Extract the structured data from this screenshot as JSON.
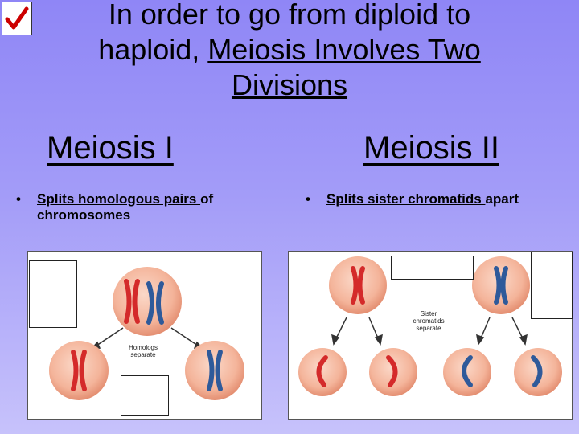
{
  "title": {
    "line1": "In order to go from diploid to",
    "line2_plain": "haploid, ",
    "line2_underlined": "Meiosis Involves Two",
    "line3_underlined": "Divisions"
  },
  "left": {
    "heading": "Meiosis I",
    "bullet_underlined": "Splits homologous pairs ",
    "bullet_rest": "of chromosomes",
    "caption_line1": "Homologs",
    "caption_line2": "separate"
  },
  "right": {
    "heading": "Meiosis II",
    "bullet_underlined": "Splits sister chromatids ",
    "bullet_rest": "apart",
    "caption_line1": "Sister",
    "caption_line2": "chromatids",
    "caption_line3": "separate"
  },
  "bullet_symbol": "•",
  "colors": {
    "background": "#9b93f7",
    "check": "#cc0000",
    "chromosome_red": "#d42a2a",
    "chromosome_blue": "#2f5a9a",
    "cell_fill": "#f4b49a"
  },
  "icons": {
    "check": "checkmark-icon",
    "arrow": "arrow-icon"
  }
}
